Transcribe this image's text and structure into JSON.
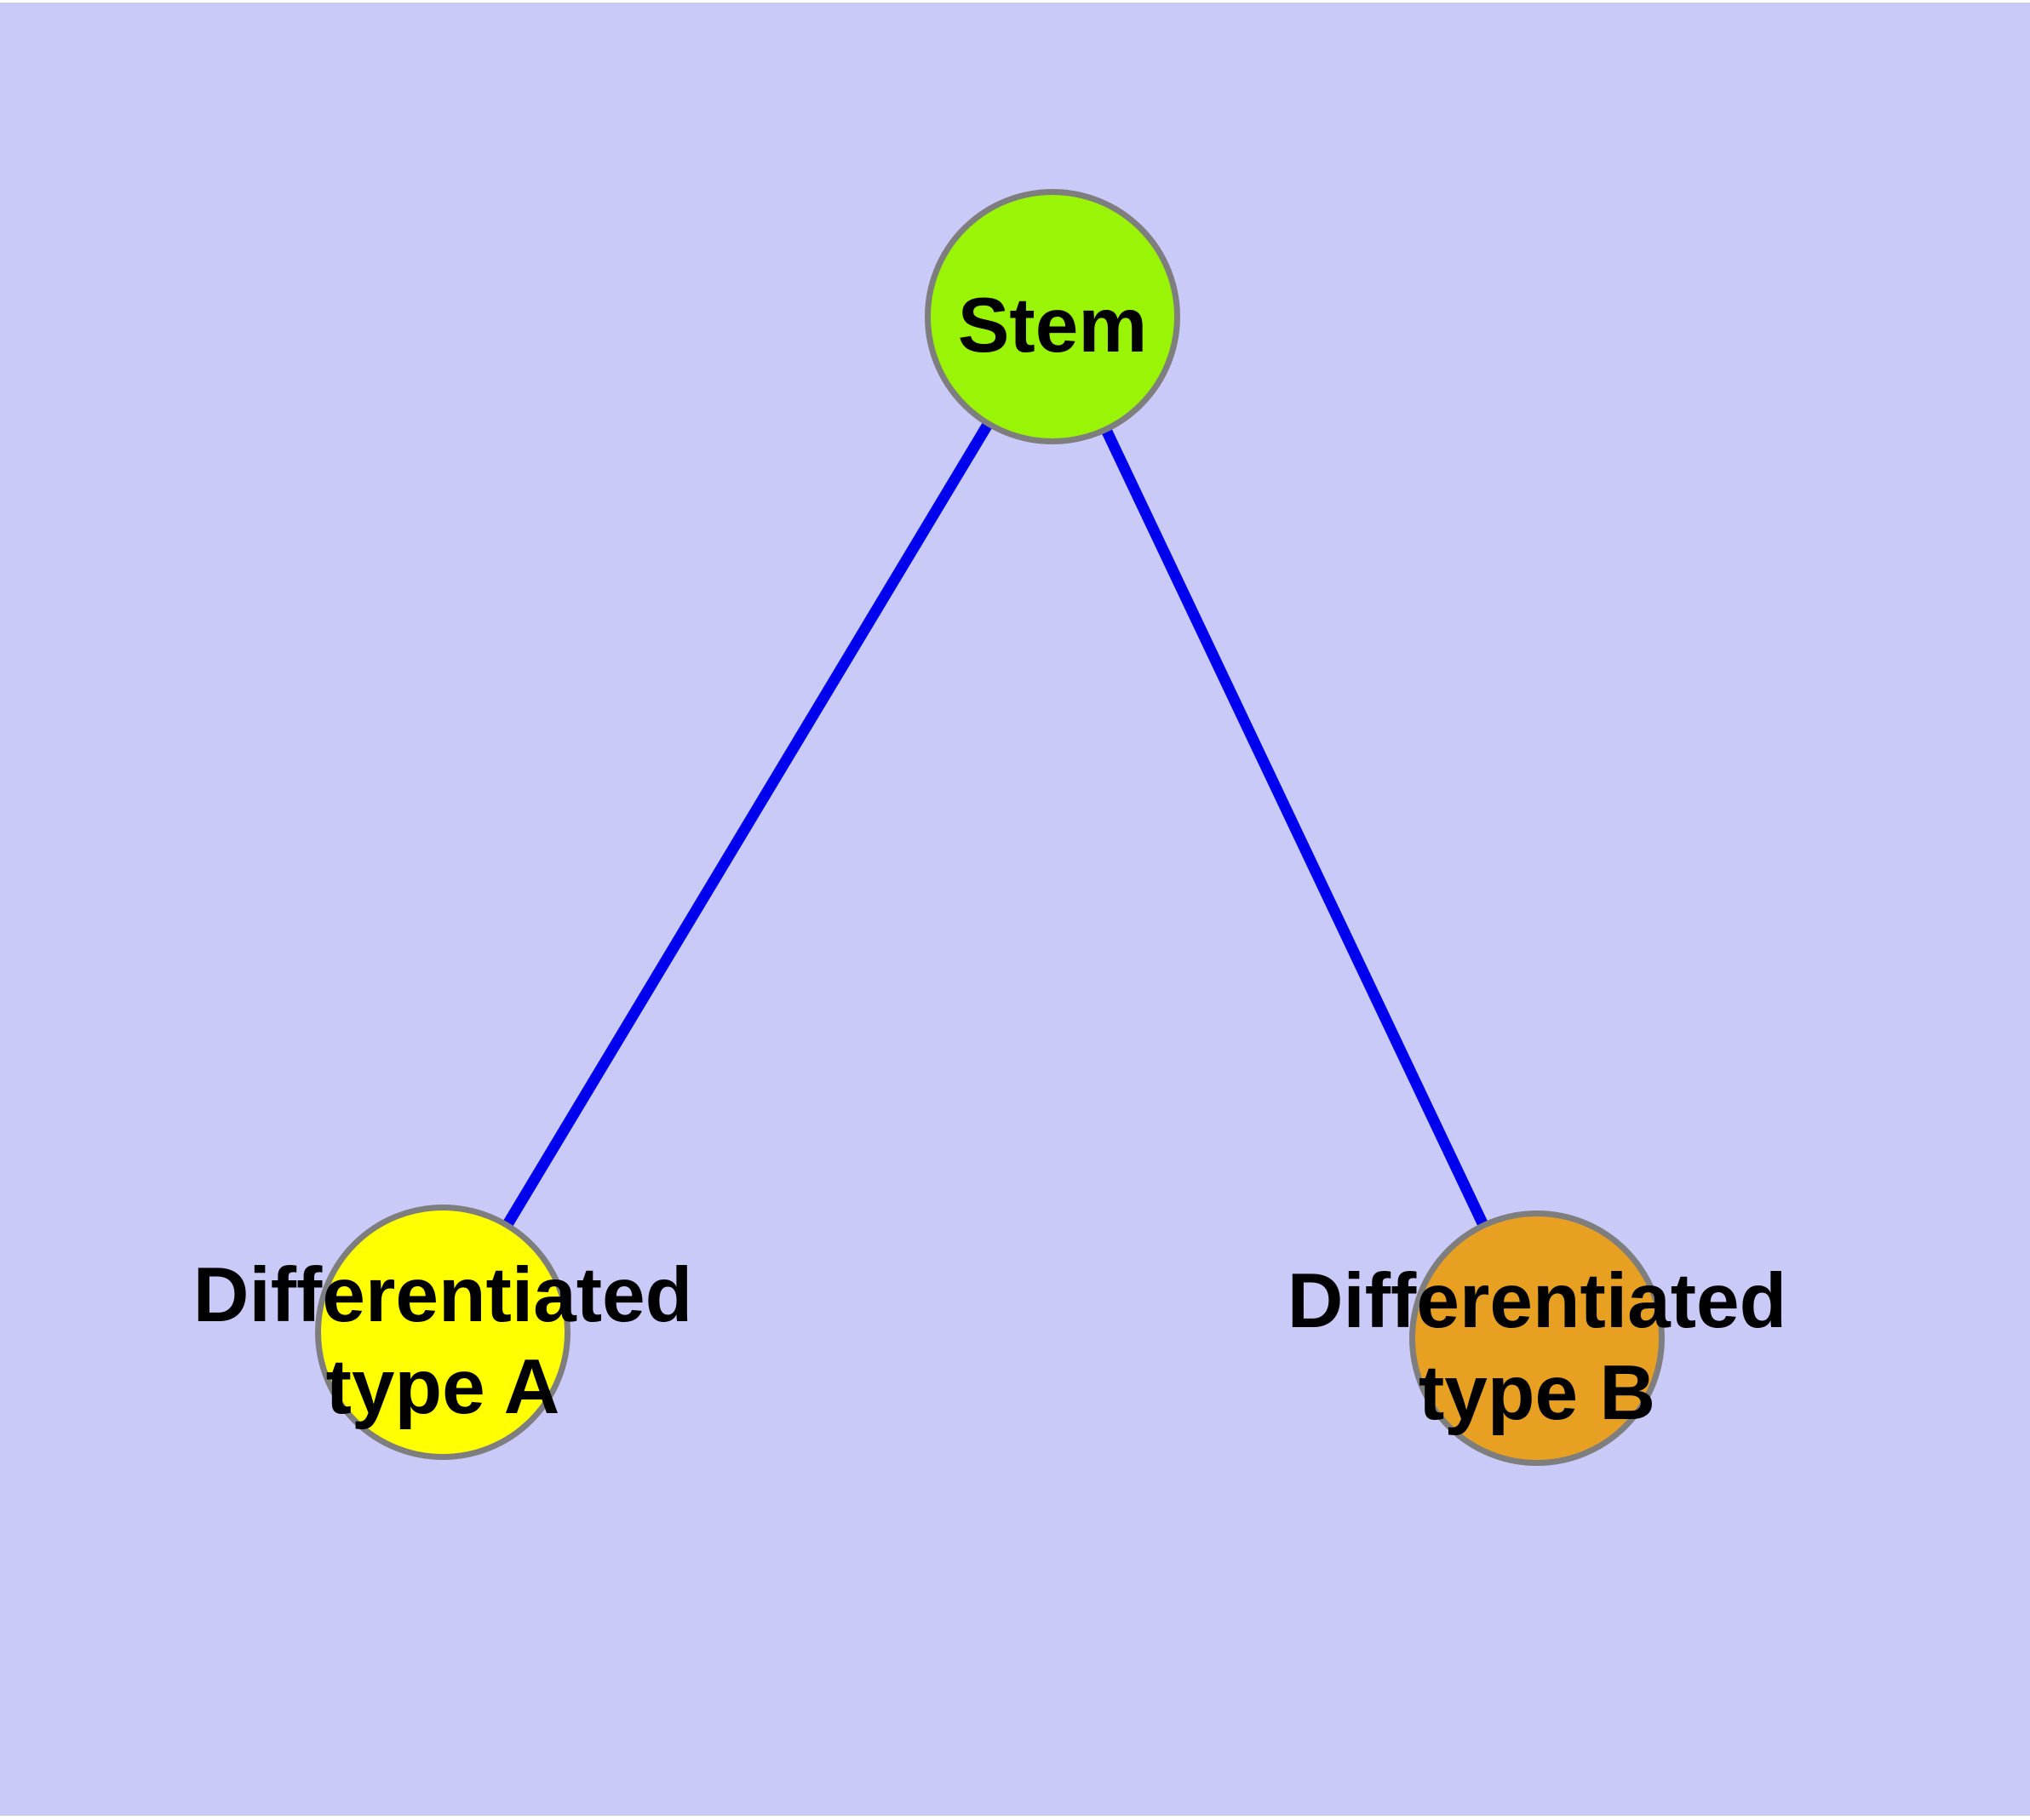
{
  "diagram": {
    "type": "node-link-graph",
    "nodes": [
      {
        "id": "stem",
        "label": "Stem",
        "fill": "#99F505",
        "shape": "circle"
      },
      {
        "id": "type-a",
        "label": "Differentiated\ntype A",
        "fill": "#FFFF00",
        "shape": "circle"
      },
      {
        "id": "type-b",
        "label": "Differentiated\ntype B",
        "fill": "#E8A023",
        "shape": "circle"
      }
    ],
    "edges": [
      {
        "from": "stem",
        "to": "type-a"
      },
      {
        "from": "stem",
        "to": "type-b"
      }
    ]
  },
  "colors": {
    "background": "#CACAF8",
    "page_margin": "#FFFFFF",
    "edge": "#0000EE",
    "node_border": "#7E7E7E",
    "label_text": "#000000",
    "stem_fill": "#99F505",
    "type_a_fill": "#FFFF00",
    "type_b_fill": "#E8A023"
  }
}
